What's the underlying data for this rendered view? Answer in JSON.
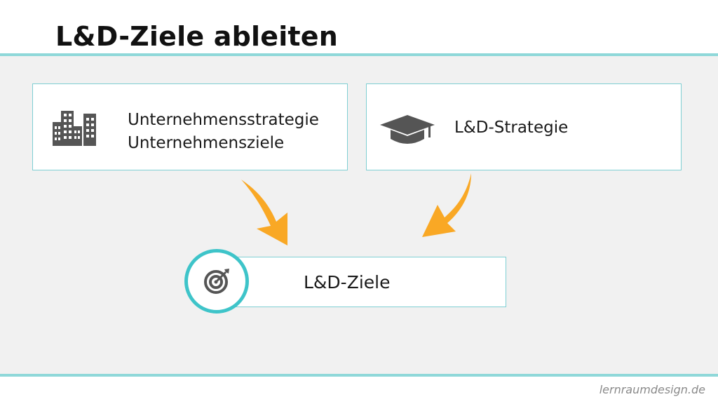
{
  "title": "L&D-Ziele ableiten",
  "boxes": {
    "company": {
      "line1": "Unternehmensstrategie",
      "line2": "Unternehmensziele",
      "icon": "buildings-icon"
    },
    "strategy": {
      "label": "L&D-Strategie",
      "icon": "graduation-cap-icon"
    },
    "goals": {
      "label": "L&D-Ziele",
      "icon": "target-icon"
    }
  },
  "colors": {
    "accent_teal": "#3ec4c9",
    "rule_teal": "#8fd8d9",
    "arrow_orange": "#f9a825",
    "panel_gray": "#f1f1f1",
    "icon_gray": "#555555"
  },
  "footer": "lernraumdesign.de"
}
